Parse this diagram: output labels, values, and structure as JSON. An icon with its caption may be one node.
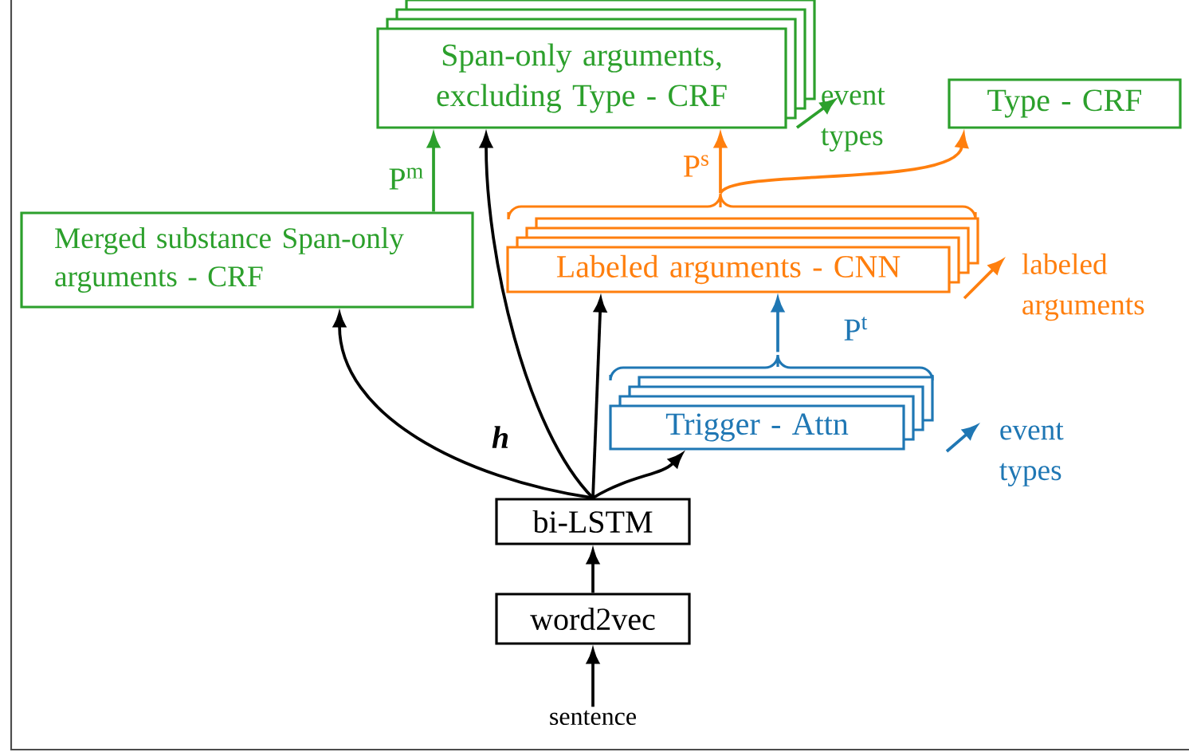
{
  "diagram": {
    "nodes": [
      {
        "text": [
          "Span-only arguments, excluding Type - CRF"
        ],
        "beside": [
          "event types"
        ]
      },
      {
        "text": [
          "Type - CRF"
        ]
      },
      {
        "text": [
          "Merged substance Span-only arguments - CRF"
        ]
      },
      {
        "text": [
          "Labeled arguments - CNN"
        ],
        "beside": [
          "labeled arguments"
        ]
      },
      {
        "text": [
          "Trigger - Attn"
        ],
        "beside": [
          "event types"
        ]
      },
      {
        "text": [
          "bi-LSTM"
        ]
      },
      {
        "text": [
          "word2vec"
        ]
      },
      {
        "text": [
          "sentence"
        ]
      }
    ],
    "edges": [
      {
        "from": 7,
        "to": 6,
        "arrow": "to"
      },
      {
        "from": 6,
        "to": 5,
        "arrow": "to"
      },
      {
        "from": 5,
        "to": 2,
        "arrow": "to",
        "label": "h"
      },
      {
        "from": 5,
        "to": 0,
        "arrow": "to"
      },
      {
        "from": 5,
        "to": 3,
        "arrow": "to"
      },
      {
        "from": 5,
        "to": 4,
        "arrow": "to"
      },
      {
        "from": 2,
        "to": 0,
        "arrow": "to",
        "label": "P$^{m}$",
        "color": "#2ca02c"
      },
      {
        "from": 3,
        "to": 0,
        "arrow": "to",
        "label": "P$^{s}$",
        "color": "#ff7f0e"
      },
      {
        "from": 3,
        "to": 1,
        "arrow": "to",
        "color": "#ff7f0e"
      },
      {
        "from": 4,
        "to": 3,
        "arrow": "to",
        "label": "P$^{t}$",
        "color": "#1f77b4"
      }
    ]
  }
}
